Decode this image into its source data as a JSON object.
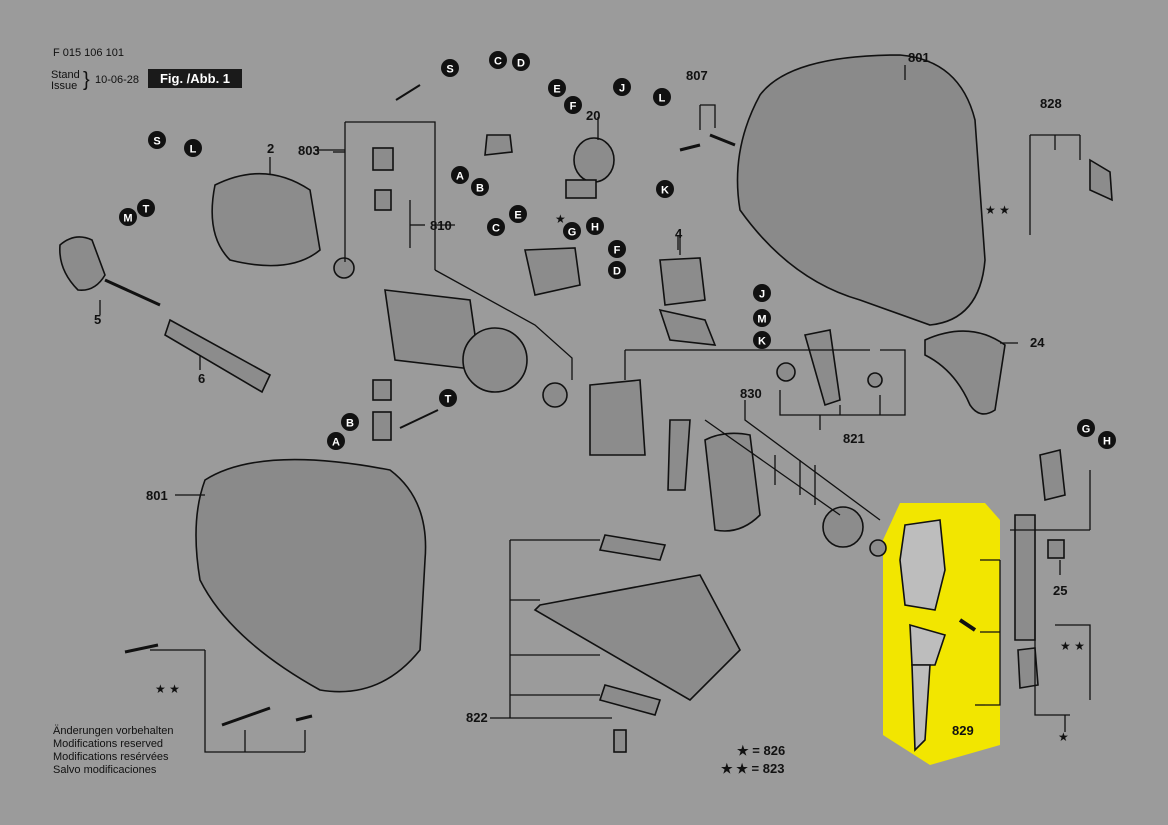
{
  "header": {
    "doc_number": "F 015 106 101",
    "stand_label": "Stand",
    "issue_label": "Issue",
    "issue_date": "10-06-28",
    "figure_label": "Fig. /Abb. 1"
  },
  "part_numbers": [
    "801",
    "803",
    "810",
    "2",
    "5",
    "6",
    "20",
    "807",
    "828",
    "4",
    "830",
    "821",
    "24",
    "25",
    "822",
    "829"
  ],
  "connection_letters": [
    "S",
    "L",
    "M",
    "T",
    "C",
    "D",
    "E",
    "F",
    "A",
    "B",
    "J",
    "K",
    "G",
    "H"
  ],
  "stars": {
    "one": "★",
    "two": "★ ★"
  },
  "legend": [
    {
      "symbol": "★",
      "value": "= 826"
    },
    {
      "symbol": "★ ★",
      "value": "= 823"
    }
  ],
  "notes": [
    "Änderungen vorbehalten",
    "Modifications reserved",
    "Modifications resérvées",
    "Salvo modificaciones"
  ],
  "colors": {
    "background": "#9b9b9b",
    "highlight": "#f2e600",
    "line": "#111111",
    "badge": "#111111"
  }
}
